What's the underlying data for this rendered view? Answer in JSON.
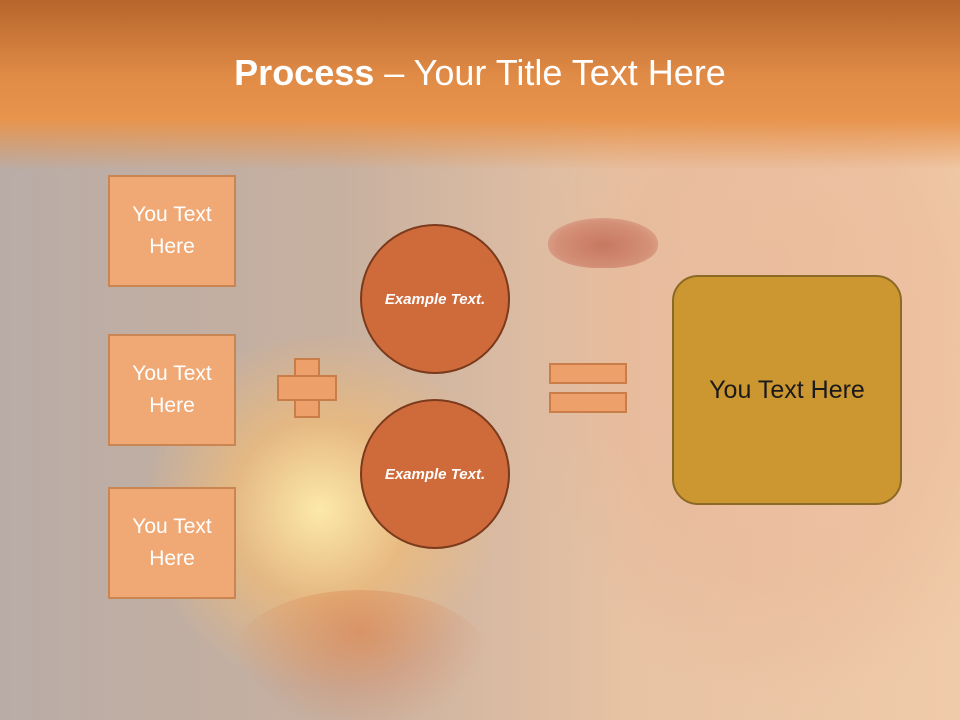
{
  "title": {
    "bold": "Process",
    "rest": " – Your Title Text Here"
  },
  "left_boxes": [
    {
      "label": "You Text Here"
    },
    {
      "label": "You Text Here"
    },
    {
      "label": "You Text Here"
    }
  ],
  "circles": [
    {
      "label": "Example Text."
    },
    {
      "label": "Example Text."
    }
  ],
  "result_box": {
    "label": "You Text Here"
  },
  "colors": {
    "header": "#e08b46",
    "box_fill": "#f0a974",
    "circle_fill": "#cf6a3b",
    "result_fill": "#cc9631"
  },
  "icons": [
    "plus-icon",
    "equals-icon"
  ]
}
